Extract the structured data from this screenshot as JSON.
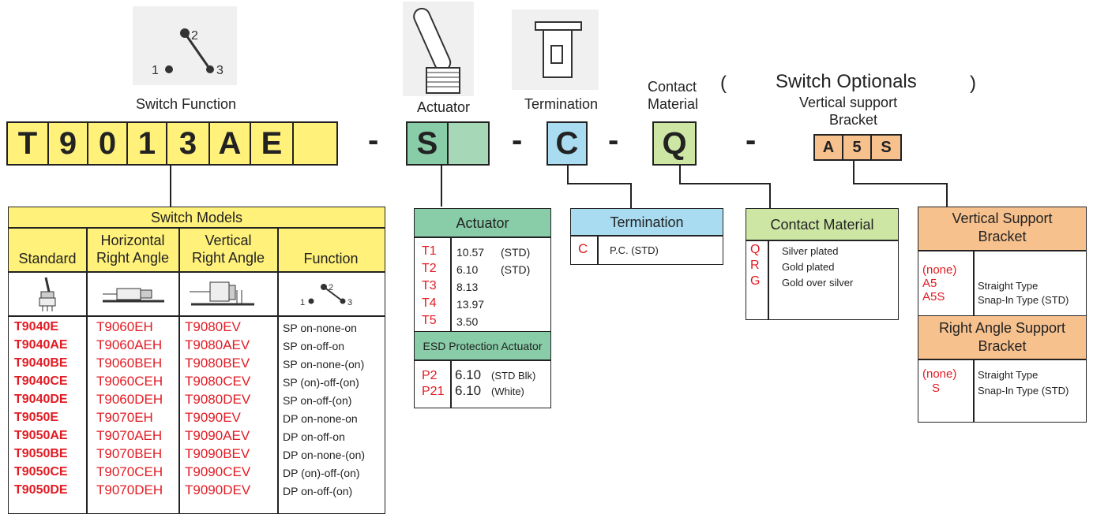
{
  "top": {
    "switch_function_label": "Switch Function",
    "actuator_label": "Actuator",
    "termination_label": "Termination",
    "contact_label_1": "Contact",
    "contact_label_2": "Material",
    "paren_open": "(",
    "optionals_label": "Switch  Optionals",
    "paren_close": ")",
    "vsb_label_1": "Vertical support",
    "vsb_label_2": "Bracket",
    "pin_1": "1",
    "pin_2": "2",
    "pin_3": "3"
  },
  "part_number": {
    "model_chars": [
      "T",
      "9",
      "0",
      "1",
      "3",
      "A",
      "E"
    ],
    "dash": "-",
    "actuator_char": "S",
    "termination_char": "C",
    "contact_char": "Q",
    "bracket_chars": [
      "A",
      "5",
      "S"
    ]
  },
  "models": {
    "title": "Switch Models",
    "col_standard": "Standard",
    "col_horizontal_1": "Horizontal",
    "col_horizontal_2": "Right Angle",
    "col_vertical_1": "Vertical",
    "col_vertical_2": "Right Angle",
    "col_function": "Function",
    "rows": [
      {
        "standard": "T9040E",
        "horizontal": "T9060EH",
        "vertical": "T9080EV",
        "function": "SP on-none-on"
      },
      {
        "standard": "T9040AE",
        "horizontal": "T9060AEH",
        "vertical": "T9080AEV",
        "function": "SP on-off-on"
      },
      {
        "standard": "T9040BE",
        "horizontal": "T9060BEH",
        "vertical": "T9080BEV",
        "function": "SP on-none-(on)"
      },
      {
        "standard": "T9040CE",
        "horizontal": "T9060CEH",
        "vertical": "T9080CEV",
        "function": "SP (on)-off-(on)"
      },
      {
        "standard": "T9040DE",
        "horizontal": "T9060DEH",
        "vertical": "T9080DEV",
        "function": "SP on-off-(on)"
      },
      {
        "standard": "T9050E",
        "horizontal": "T9070EH",
        "vertical": "T9090EV",
        "function": "DP on-none-on"
      },
      {
        "standard": "T9050AE",
        "horizontal": "T9070AEH",
        "vertical": "T9090AEV",
        "function": "DP on-off-on"
      },
      {
        "standard": "T9050BE",
        "horizontal": "T9070BEH",
        "vertical": "T9090BEV",
        "function": "DP on-none-(on)"
      },
      {
        "standard": "T9050CE",
        "horizontal": "T9070CEH",
        "vertical": "T9090CEV",
        "function": "DP (on)-off-(on)"
      },
      {
        "standard": "T9050DE",
        "horizontal": "T9070DEH",
        "vertical": "T9090DEV",
        "function": "DP on-off-(on)"
      }
    ]
  },
  "actuator": {
    "title": "Actuator",
    "rows": [
      {
        "code": "T1",
        "value": "10.57",
        "note": "(STD)"
      },
      {
        "code": "T2",
        "value": "6.10",
        "note": "(STD)"
      },
      {
        "code": "T3",
        "value": "8.13",
        "note": ""
      },
      {
        "code": "T4",
        "value": "13.97",
        "note": ""
      },
      {
        "code": "T5",
        "value": " 3.50",
        "note": ""
      }
    ],
    "esd_title": "ESD Protection Actuator",
    "esd_rows": [
      {
        "code": "P2",
        "value": "6.10",
        "note": "(STD Blk)"
      },
      {
        "code": "P21",
        "value": "6.10",
        "note": "(White)"
      }
    ]
  },
  "termination": {
    "title": "Termination",
    "code": "C",
    "desc": "P.C. (STD)"
  },
  "contact": {
    "title": "Contact Material",
    "rows": [
      {
        "code": "Q",
        "desc": "Silver plated"
      },
      {
        "code": "R",
        "desc": "Gold plated"
      },
      {
        "code": "G",
        "desc": "Gold over silver"
      }
    ]
  },
  "vertical_bracket": {
    "title_1": "Vertical Support",
    "title_2": "Bracket",
    "codes": [
      "(none)",
      "A5",
      "A5S"
    ],
    "descs": [
      "Straight Type",
      "Snap-In Type (STD)"
    ]
  },
  "right_angle_bracket": {
    "title_1": "Right Angle Support",
    "title_2": "Bracket",
    "codes": [
      "(none)",
      "S"
    ],
    "descs": [
      "Straight Type",
      "Snap-In Type (STD)"
    ]
  },
  "colors": {
    "yellow": "#fff17a",
    "green": "#88cda8",
    "blue": "#a9dcf1",
    "light_green": "#cde6a4",
    "orange": "#f7c18e",
    "red_text": "#e21b23"
  }
}
